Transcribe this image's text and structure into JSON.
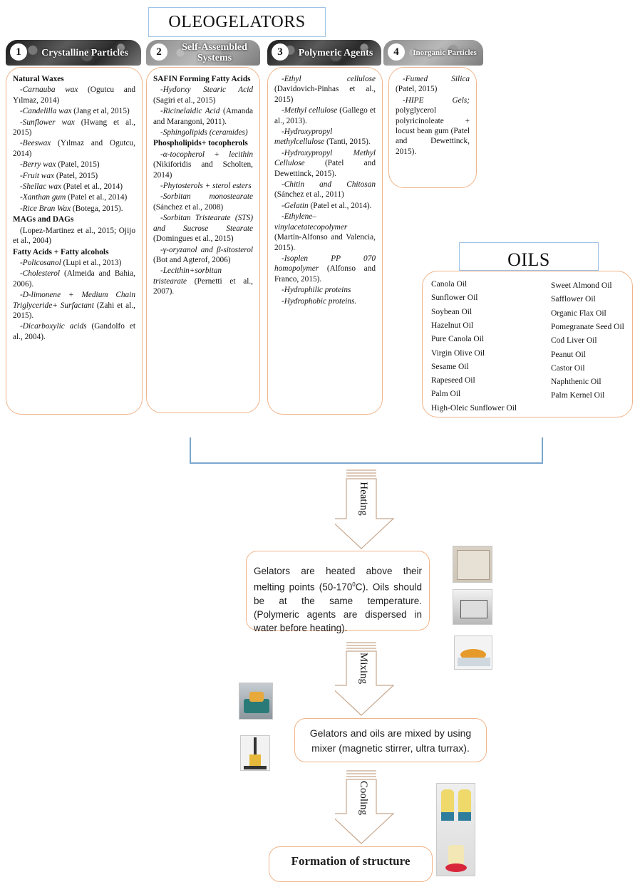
{
  "title": "OLEOGELATORS",
  "categories": [
    {
      "number": "1",
      "label": "Crystalline Particles",
      "entries": [
        {
          "type": "group",
          "text": "Natural Waxes"
        },
        {
          "type": "item",
          "italic": "-Carnauba wax",
          "rest": " (Ogutcu and Yılmaz, 2014)"
        },
        {
          "type": "item",
          "italic": "-Candelilla wax",
          "rest": " (Jang et al, 2015)"
        },
        {
          "type": "item",
          "italic": "-Sunflower wax",
          "rest": " (Hwang et al., 2015)"
        },
        {
          "type": "item",
          "italic": "-Beeswax",
          "rest": " (Yılmaz and Ogutcu, 2014)"
        },
        {
          "type": "item",
          "italic": "-Berry wax",
          "rest": " (Patel, 2015)"
        },
        {
          "type": "item",
          "italic": "-Fruit wax",
          "rest": " (Patel, 2015)"
        },
        {
          "type": "item",
          "italic": "-Shellac wax",
          "rest": " (Patel et al., 2014)"
        },
        {
          "type": "item",
          "italic": "-Xanthan gum",
          "rest": " (Patel et al., 2014)"
        },
        {
          "type": "item",
          "italic": "-Rice Bran Wax",
          "rest": " (Botega, 2015)."
        },
        {
          "type": "group",
          "text": "MAGs and DAGs"
        },
        {
          "type": "plain",
          "text": "(Lopez-Martinez et al., 2015; Ojijo et al., 2004)"
        },
        {
          "type": "group",
          "text": "Fatty Acids + Fatty alcohols"
        },
        {
          "type": "item",
          "italic": "-Policosanol",
          "rest": " (Lupi et al., 2013)"
        },
        {
          "type": "item",
          "italic": "-Cholesterol",
          "rest": " (Almeida and Bahia, 2006)."
        },
        {
          "type": "item",
          "italic": "-D-limonene + Medium Chain Triglyceride+ Surfactant",
          "rest": " (Zahi et al., 2015)."
        },
        {
          "type": "item",
          "italic": "-Dicarboxylic acids",
          "rest": " (Gandolfo et al., 2004)."
        }
      ]
    },
    {
      "number": "2",
      "label": "Self-Assembled Systems",
      "entries": [
        {
          "type": "group",
          "text": "SAFIN Forming Fatty Acids"
        },
        {
          "type": "item",
          "italic": "-Hydorxy Stearic Acid",
          "rest": " (Sagiri et al., 2015)"
        },
        {
          "type": "item",
          "italic": "-Ricinelaidic Acid",
          "rest": " (Amanda and Marangoni, 2011)."
        },
        {
          "type": "item",
          "italic": "-Sphingolipids (ceramides)",
          "rest": ""
        },
        {
          "type": "group",
          "text": "Phospholipids+ tocopherols"
        },
        {
          "type": "item",
          "italic": "-α-tocopherol + lecithin",
          "rest": " (Nikiforidis and Scholten, 2014)"
        },
        {
          "type": "item",
          "italic": "-Phytosterols + sterol esters",
          "rest": ""
        },
        {
          "type": "item",
          "italic": "-Sorbitan monostearate",
          "rest": " (Sánchez et al., 2008)"
        },
        {
          "type": "item",
          "italic": "-Sorbitan Tristearate (STS) and Sucrose Stearate",
          "rest": " (Domingues et al., 2015)"
        },
        {
          "type": "item",
          "italic": "-γ-oryzanol and β-sitosterol",
          "rest": " (Bot and Agterof, 2006)"
        },
        {
          "type": "item",
          "italic": "-Lecithin+sorbitan tristearate",
          "rest": " (Pernetti et al., 2007)."
        }
      ]
    },
    {
      "number": "3",
      "label": "Polymeric Agents",
      "entries": [
        {
          "type": "item",
          "italic": "-Ethyl cellulose",
          "rest": " (Davidovich-Pinhas et al., 2015)"
        },
        {
          "type": "item",
          "italic": "-Methyl cellulose",
          "rest": " (Gallego et al., 2013)."
        },
        {
          "type": "item",
          "italic": "-Hydroxypropyl methylcellulose",
          "rest": " (Tanti, 2015)."
        },
        {
          "type": "item",
          "italic": "-Hydroxypropyl Methyl Cellulose",
          "rest": " (Patel and Dewettinck, 2015)."
        },
        {
          "type": "item",
          "italic": "-Chitin and Chitosan",
          "rest": " (Sánchez et al., 2011)"
        },
        {
          "type": "item",
          "italic": "-Gelatin",
          "rest": " (Patel et al., 2014)."
        },
        {
          "type": "item",
          "italic": "-Ethylene–vinylacetatecopolymer",
          "rest": " (Martín-Alfonso and Valencia, 2015)."
        },
        {
          "type": "item",
          "italic": "-Isoplen PP 070 homopolymer",
          "rest": " (Alfonso and Franco, 2015)."
        },
        {
          "type": "item",
          "italic": "-Hydrophilic proteins",
          "rest": ""
        },
        {
          "type": "item",
          "italic": "-Hydrophobic proteins.",
          "rest": ""
        }
      ]
    },
    {
      "number": "4",
      "label": "Inorganic Particles",
      "entries": [
        {
          "type": "item",
          "italic": "-Fumed Silica",
          "rest": " (Patel, 2015)"
        },
        {
          "type": "item",
          "italic": "-HIPE Gels;",
          "rest": " polyglycerol polyricinoleate + locust bean gum (Patel and Dewettinck, 2015)."
        }
      ]
    }
  ],
  "oils": {
    "title": "OILS",
    "left": [
      "Canola Oil",
      "Sunflower Oil",
      "Soybean Oil",
      "Hazelnut Oil",
      "Pure Canola Oil",
      "Virgin Olive Oil",
      "Sesame Oil",
      "Rapeseed Oil",
      "Palm Oil",
      "High-Oleic Sunflower Oil"
    ],
    "right": [
      "Sweet Almond Oil",
      "Safflower Oil",
      "Organic Flax Oil",
      "Pomegranate Seed Oil",
      "Cod Liver Oil",
      "Peanut Oil",
      "Castor Oil",
      "Naphthenic Oil",
      "Palm Kernel Oil"
    ]
  },
  "steps": {
    "heating_label": "Heating",
    "heating_text": "Gelators are heated above their melting points (50-170",
    "heating_sup": "0",
    "heating_text2": "C). Oils should be at the same temperature. (Polymeric agents are dispersed in water before heating).",
    "mixing_label": "Mixing",
    "mixing_text": "Gelators and oils are mixed by using mixer (magnetic stirrer, ultra turrax).",
    "cooling_label": "Cooling",
    "final_text": "Formation of structure"
  },
  "colors": {
    "box_border": "#f0b48a",
    "title_border": "#9fc3e6",
    "connector": "#7aa7cf"
  }
}
